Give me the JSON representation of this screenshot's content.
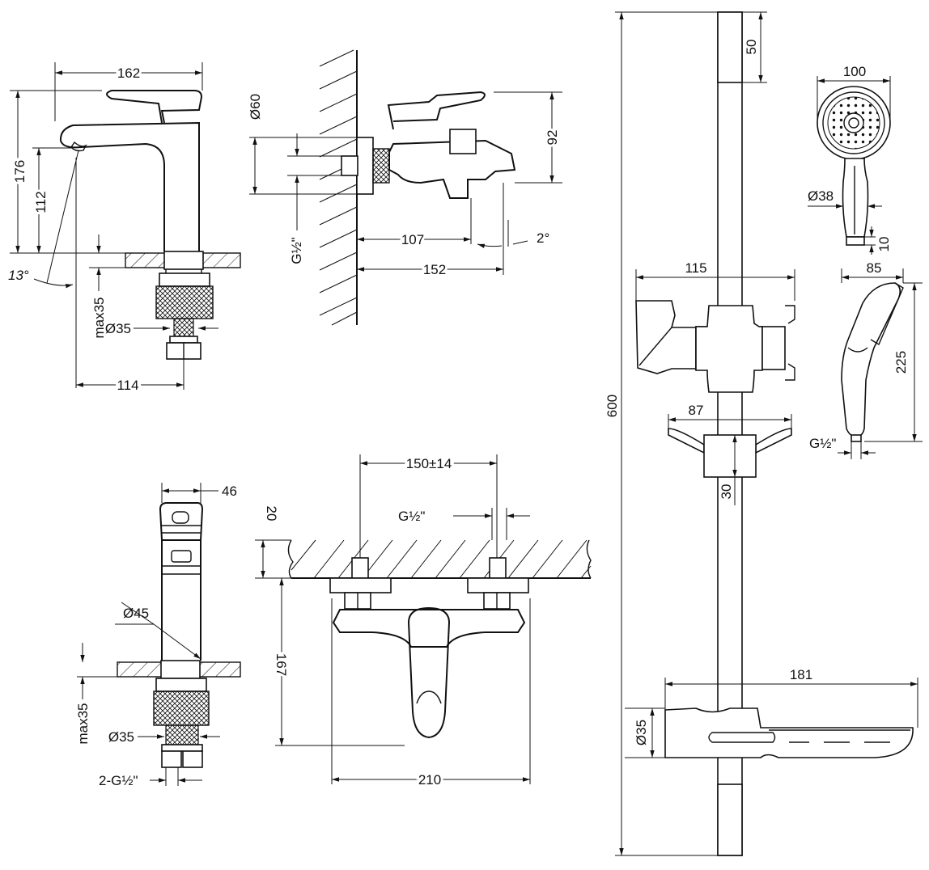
{
  "labels": {
    "d162": "162",
    "d176": "176",
    "d112": "112",
    "d13deg": "13°",
    "dmax35_a": "max35",
    "dD35_a": "Ø35",
    "d114": "114",
    "dD60": "Ø60",
    "dG12_a": "G½\"",
    "d92": "92",
    "d107": "107",
    "d2deg": "2°",
    "d152": "152",
    "d46": "46",
    "dD45": "Ø45",
    "dmax35_b": "max35",
    "dD35_b": "Ø35",
    "d2G12": "2-G½\"",
    "d150": "150±14",
    "dG12_b": "G½\"",
    "d20": "20",
    "d167": "167",
    "d210": "210",
    "d600": "600",
    "d50": "50",
    "d115": "115",
    "d87": "87",
    "d30": "30",
    "d181": "181",
    "dD35_c": "Ø35",
    "d100": "100",
    "dD38": "Ø38",
    "d10": "10",
    "d85": "85",
    "d225": "225",
    "dG12_c": "G½\""
  }
}
